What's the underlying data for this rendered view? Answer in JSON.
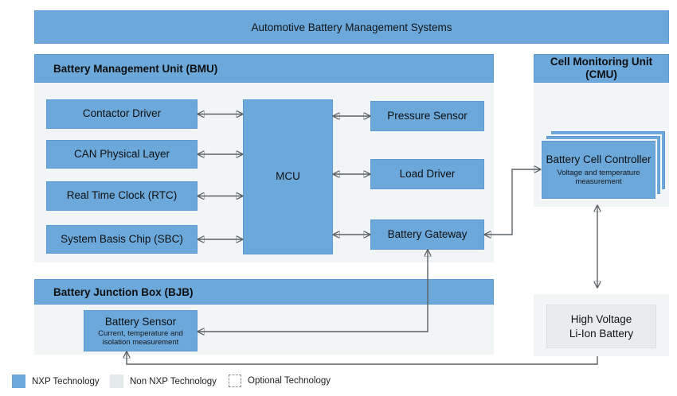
{
  "banner": {
    "title": "Automotive Battery Management Systems"
  },
  "bmu": {
    "header": "Battery Management Unit (BMU)",
    "left_blocks": [
      "Contactor Driver",
      "CAN Physical Layer",
      "Real Time Clock (RTC)",
      "System Basis Chip (SBC)"
    ],
    "mcu_label": "MCU",
    "right_blocks": [
      "Pressure Sensor",
      "Load Driver",
      "Battery Gateway"
    ]
  },
  "cmu": {
    "header": "Cell Monitoring Unit (CMU)",
    "bcc_title": "Battery Cell Controller",
    "bcc_subtitle": "Voltage and temperature measurement"
  },
  "bjb": {
    "header": "Battery Junction Box (BJB)",
    "sensor_title": "Battery Sensor",
    "sensor_subtitle": "Current, temperature and isolation measurement"
  },
  "hv_battery": {
    "line1": "High Voltage",
    "line2": "Li-Ion Battery"
  },
  "legend": {
    "items": [
      {
        "label": "NXP Technology"
      },
      {
        "label": "Non NXP Technology"
      },
      {
        "label": "Optional Technology"
      }
    ]
  },
  "colors": {
    "nxp_blue": "#6CA8DA",
    "non_nxp_gray": "#E8ECED",
    "container_gray": "#F2F5F6",
    "connector_gray": "#5A6266"
  }
}
